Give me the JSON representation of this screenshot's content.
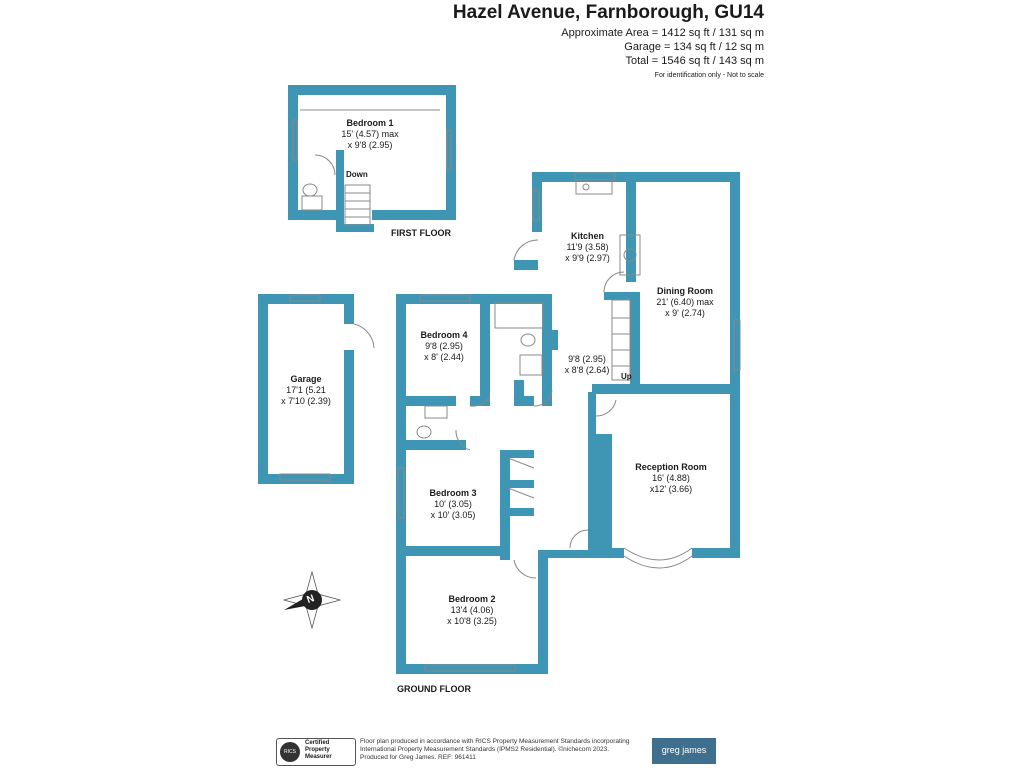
{
  "header": {
    "title": "Hazel Avenue, Farnborough, GU14",
    "approx_area": "Approximate Area = 1412 sq ft / 131 sq m",
    "garage_area": "Garage = 134 sq ft / 12 sq m",
    "total_area": "Total = 1546 sq ft / 143 sq m",
    "note": "For identification only - Not to scale"
  },
  "floors": {
    "first": "FIRST FLOOR",
    "ground": "GROUND FLOOR"
  },
  "rooms": {
    "bedroom1": {
      "name": "Bedroom 1",
      "dim1": "15' (4.57) max",
      "dim2": "x 9'8 (2.95)"
    },
    "kitchen": {
      "name": "Kitchen",
      "dim1": "11'9 (3.58)",
      "dim2": "x 9'9 (2.97)"
    },
    "dining": {
      "name": "Dining Room",
      "dim1": "21' (6.40) max",
      "dim2": "x 9' (2.74)"
    },
    "garage": {
      "name": "Garage",
      "dim1": "17'1 (5.21",
      "dim2": "x 7'10 (2.39)"
    },
    "bedroom4": {
      "name": "Bedroom 4",
      "dim1": "9'8 (2.95)",
      "dim2": "x 8' (2.44)"
    },
    "hall": {
      "dim1": "9'8 (2.95)",
      "dim2": "x 8'8 (2.64)"
    },
    "reception": {
      "name": "Reception Room",
      "dim1": "16' (4.88)",
      "dim2": "x12' (3.66)"
    },
    "bedroom3": {
      "name": "Bedroom 3",
      "dim1": "10' (3.05)",
      "dim2": "x 10' (3.05)"
    },
    "bedroom2": {
      "name": "Bedroom 2",
      "dim1": "13'4 (4.06)",
      "dim2": "x 10'8 (3.25)"
    }
  },
  "stairs": {
    "down": "Down",
    "up": "Up"
  },
  "compass": {
    "letter": "N"
  },
  "footer": {
    "badge_logo": "RICS",
    "badge_text1": "Certified",
    "badge_text2": "Property",
    "badge_text3": "Measurer",
    "line1": "Floor plan produced in accordance with RICS Property Measurement Standards incorporating",
    "line2": "International Property Measurement Standards (IPMS2 Residential). ©nichecom 2023.",
    "line3": "Produced for Greg James.   REF: 961411",
    "brand": "greg james"
  },
  "colors": {
    "wall": "#3e96b4"
  }
}
